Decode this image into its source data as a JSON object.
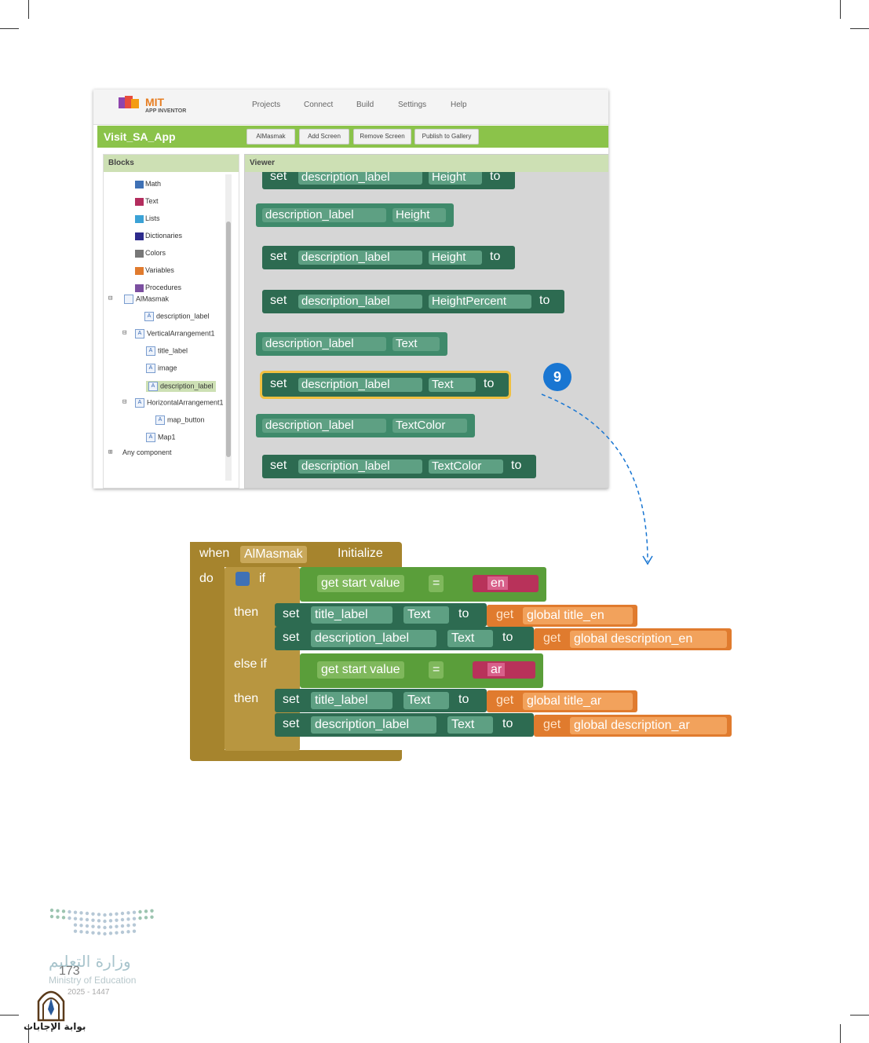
{
  "app_inventor": {
    "logo_text": "MIT",
    "logo_subtext": "APP INVENTOR",
    "menu": [
      "Projects",
      "Connect",
      "Build",
      "Settings",
      "Help"
    ],
    "project_name": "Visit_SA_App",
    "toolbar_buttons": [
      "AlMasmak",
      "Add Screen",
      "Remove Screen",
      "Publish to Gallery"
    ],
    "blocks_title": "Blocks",
    "viewer_title": "Viewer",
    "builtin_blocks": [
      {
        "label": "Math",
        "color": "#3f71b5"
      },
      {
        "label": "Text",
        "color": "#b32d5e"
      },
      {
        "label": "Lists",
        "color": "#3ba2d6"
      },
      {
        "label": "Dictionaries",
        "color": "#2d2b8c"
      },
      {
        "label": "Colors",
        "color": "#777777"
      },
      {
        "label": "Variables",
        "color": "#e07b2e"
      },
      {
        "label": "Procedures",
        "color": "#7b4fa0"
      }
    ],
    "components": {
      "screen": "AlMasmak",
      "items": [
        "description_label",
        "VerticalArrangement1",
        "title_label",
        "image",
        "description_label",
        "HorizontalArrangement1",
        "map_button",
        "Map1"
      ],
      "any_component": "Any component"
    },
    "viewer_blocks": [
      {
        "kind": "set",
        "set_word": "set",
        "component": "description_label",
        "property": "Height",
        "to_word": "to"
      },
      {
        "kind": "get",
        "component": "description_label",
        "property": "Height"
      },
      {
        "kind": "set",
        "set_word": "set",
        "component": "description_label",
        "property": "Height",
        "to_word": "to"
      },
      {
        "kind": "set",
        "set_word": "set",
        "component": "description_label",
        "property": "HeightPercent",
        "to_word": "to"
      },
      {
        "kind": "get",
        "component": "description_label",
        "property": "Text"
      },
      {
        "kind": "set",
        "set_word": "set",
        "component": "description_label",
        "property": "Text",
        "to_word": "to"
      },
      {
        "kind": "get",
        "component": "description_label",
        "property": "TextColor"
      },
      {
        "kind": "set",
        "set_word": "set",
        "component": "description_label",
        "property": "TextColor",
        "to_word": "to"
      }
    ],
    "callout_number": "9"
  },
  "code": {
    "when": "when",
    "screen": "AlMasmak",
    "event": "Initialize",
    "do": "do",
    "if": "if",
    "then": "then",
    "else_if": "else if",
    "get_start_value": "get start value",
    "eq": "=",
    "lang_en": "en",
    "lang_ar": "ar",
    "set": "set",
    "to": "to",
    "get": "get",
    "title_label": "title_label",
    "description_label": "description_label",
    "text_prop": "Text",
    "global_title_en": "global title_en",
    "global_description_en": "global description_en",
    "global_title_ar": "global title_ar",
    "global_description_ar": "global description_ar"
  },
  "footer": {
    "ministry_ar": "وزارة التعليم",
    "ministry_en": "Ministry of Education",
    "page_number": "173",
    "year": "2025 - 1447",
    "portal_ar": "بوابة الإجابات"
  }
}
